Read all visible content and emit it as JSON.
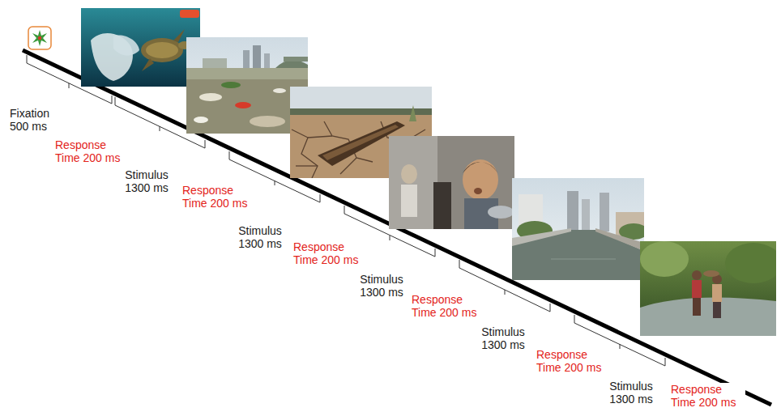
{
  "diagram": {
    "labels": [
      "Fixation 500 ms",
      "Response Time 200 ms",
      "Stimulus 1300 ms",
      "Response Time 200 ms",
      "Stimulus 1300 ms",
      "Response Time 200 ms",
      "Stimulus 1300 ms",
      "Response Time 200 ms",
      "Stimulus 1300 ms",
      "Response Time 200 ms",
      "Stimulus 1300 ms",
      "Response Time 200 ms"
    ]
  }
}
